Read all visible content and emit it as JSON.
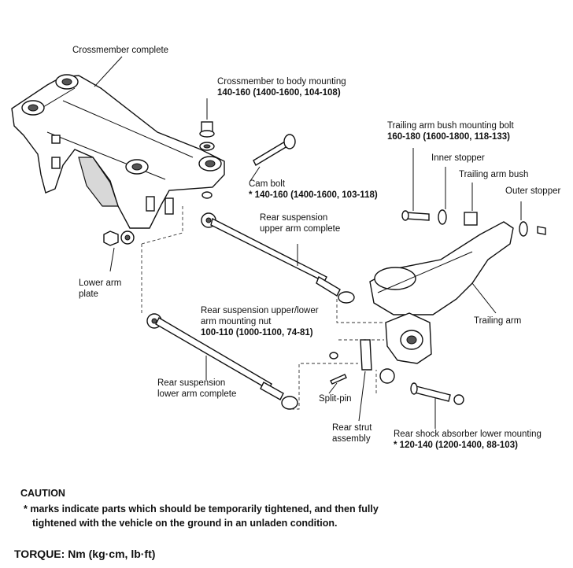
{
  "labels": {
    "crossmember": "Crossmember complete",
    "crossmember_mount_title": "Crossmember to body mounting",
    "crossmember_mount_torque": "140-160 (1400-1600, 104-108)",
    "cam_bolt_title": "Cam bolt",
    "cam_bolt_torque": "* 140-160 (1400-1600, 103-118)",
    "upper_arm_line1": "Rear suspension",
    "upper_arm_line2": "upper arm complete",
    "trailing_bolt_title": "Trailing arm bush mounting bolt",
    "trailing_bolt_torque": "160-180 (1600-1800, 118-133)",
    "inner_stopper": "Inner stopper",
    "trailing_bush": "Trailing arm bush",
    "outer_stopper": "Outer stopper",
    "trailing_arm": "Trailing arm",
    "lower_arm_plate_line1": "Lower arm",
    "lower_arm_plate_line2": "plate",
    "mount_nut_line1": "Rear suspension upper/lower",
    "mount_nut_line2": "arm mounting nut",
    "mount_nut_torque": "100-110 (1000-1100, 74-81)",
    "lower_arm_line1": "Rear suspension",
    "lower_arm_line2": "lower arm complete",
    "split_pin": "Split-pin",
    "strut_line1": "Rear strut",
    "strut_line2": "assembly",
    "shock_title": "Rear shock absorber lower mounting",
    "shock_torque": "* 120-140 (1200-1400, 88-103)"
  },
  "caution": {
    "title": "CAUTION",
    "line1": "* marks indicate parts which should be temporarily tightened, and then fully",
    "line2": "tightened with the vehicle on the ground in an unladen condition."
  },
  "torque_units": "TORQUE: Nm (kg·cm, lb·ft)"
}
